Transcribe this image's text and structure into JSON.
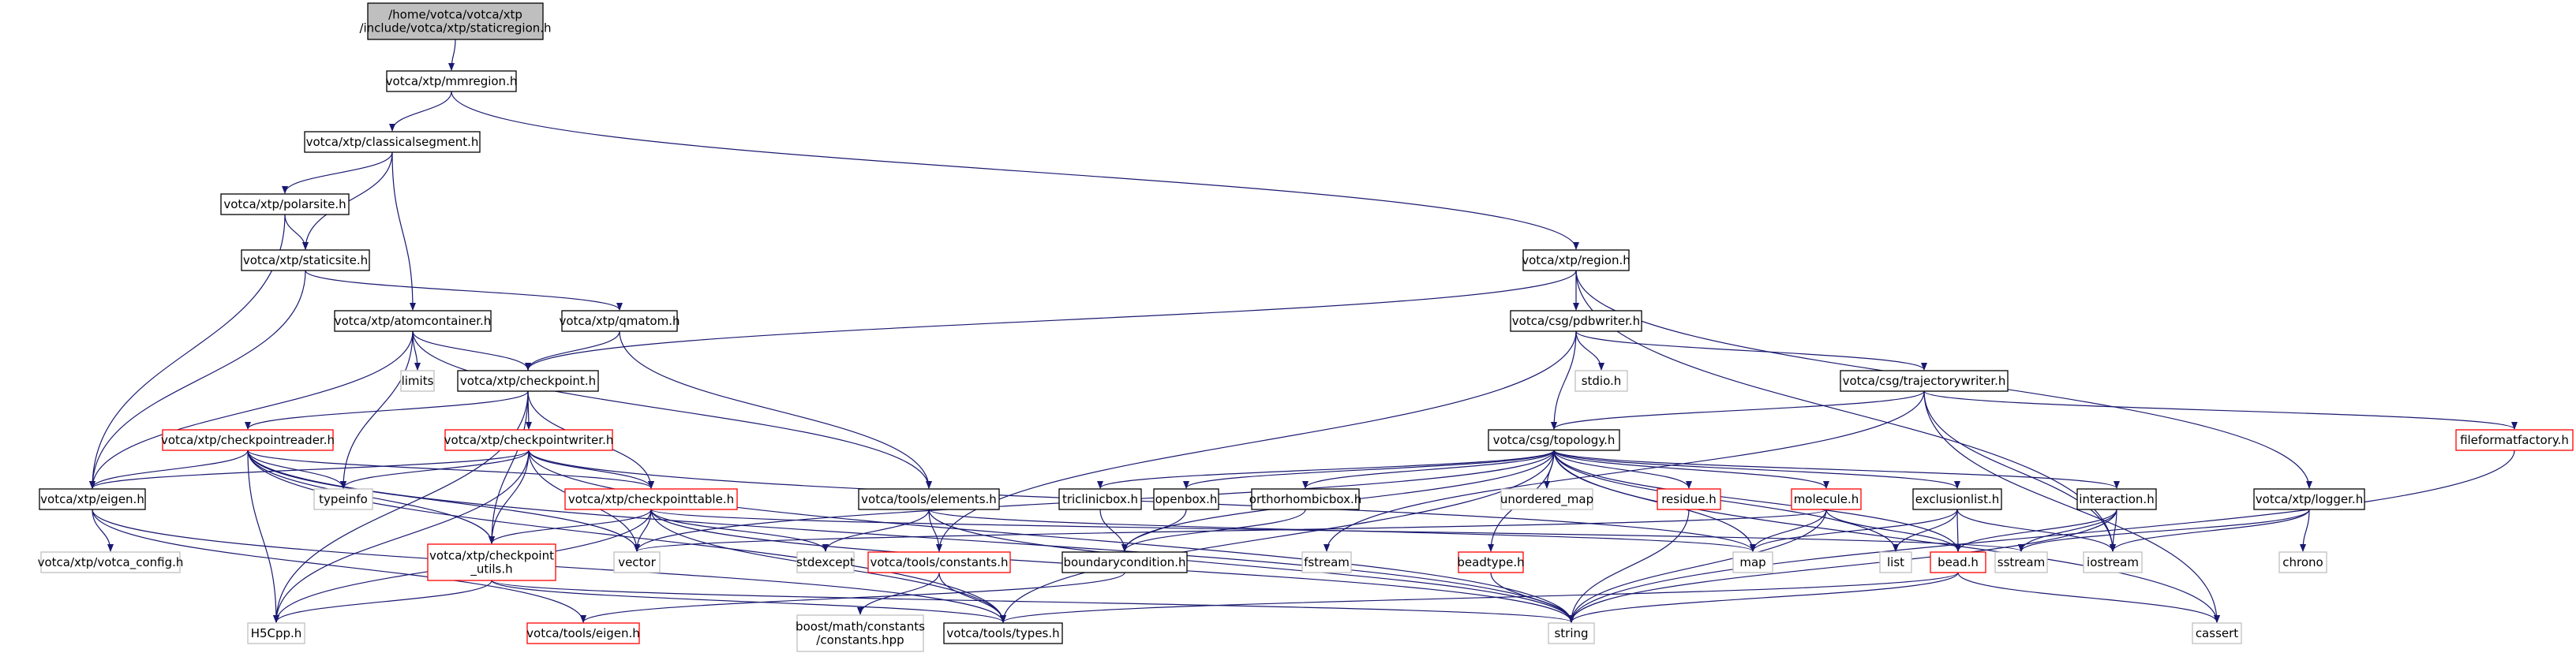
{
  "title": "",
  "nodes": [
    {
      "id": "root",
      "lines": [
        "/home/votca/votca/xtp",
        "/include/votca/xtp/staticregion.h"
      ],
      "style": "root"
    },
    {
      "id": "mmregion",
      "lines": [
        "votca/xtp/mmregion.h"
      ],
      "style": "black"
    },
    {
      "id": "classicalsegment",
      "lines": [
        "votca/xtp/classicalsegment.h"
      ],
      "style": "black"
    },
    {
      "id": "region",
      "lines": [
        "votca/xtp/region.h"
      ],
      "style": "black"
    },
    {
      "id": "polarsite",
      "lines": [
        "votca/xtp/polarsite.h"
      ],
      "style": "black"
    },
    {
      "id": "staticsite",
      "lines": [
        "votca/xtp/staticsite.h"
      ],
      "style": "black"
    },
    {
      "id": "atomcontainer",
      "lines": [
        "votca/xtp/atomcontainer.h"
      ],
      "style": "black"
    },
    {
      "id": "qmatom",
      "lines": [
        "votca/xtp/qmatom.h"
      ],
      "style": "black"
    },
    {
      "id": "pdbwriter",
      "lines": [
        "votca/csg/pdbwriter.h"
      ],
      "style": "black"
    },
    {
      "id": "limits",
      "lines": [
        "limits"
      ],
      "style": "gray"
    },
    {
      "id": "checkpoint",
      "lines": [
        "votca/xtp/checkpoint.h"
      ],
      "style": "black"
    },
    {
      "id": "stdio",
      "lines": [
        "stdio.h"
      ],
      "style": "gray"
    },
    {
      "id": "trajectorywriter",
      "lines": [
        "votca/csg/trajectorywriter.h"
      ],
      "style": "black"
    },
    {
      "id": "checkpointreader",
      "lines": [
        "votca/xtp/checkpointreader.h"
      ],
      "style": "red"
    },
    {
      "id": "checkpointwriter",
      "lines": [
        "votca/xtp/checkpointwriter.h"
      ],
      "style": "red"
    },
    {
      "id": "topology",
      "lines": [
        "votca/csg/topology.h"
      ],
      "style": "black"
    },
    {
      "id": "fileformatfactory",
      "lines": [
        "fileformatfactory.h"
      ],
      "style": "red"
    },
    {
      "id": "eigen",
      "lines": [
        "votca/xtp/eigen.h"
      ],
      "style": "black"
    },
    {
      "id": "typeinfo",
      "lines": [
        "typeinfo"
      ],
      "style": "gray"
    },
    {
      "id": "checkpointtable",
      "lines": [
        "votca/xtp/checkpointtable.h"
      ],
      "style": "red"
    },
    {
      "id": "elements",
      "lines": [
        "votca/tools/elements.h"
      ],
      "style": "black"
    },
    {
      "id": "triclinicbox",
      "lines": [
        "triclinicbox.h"
      ],
      "style": "black"
    },
    {
      "id": "openbox",
      "lines": [
        "openbox.h"
      ],
      "style": "black"
    },
    {
      "id": "orthorhombicbox",
      "lines": [
        "orthorhombicbox.h"
      ],
      "style": "black"
    },
    {
      "id": "unordered_map",
      "lines": [
        "unordered_map"
      ],
      "style": "gray"
    },
    {
      "id": "residue",
      "lines": [
        "residue.h"
      ],
      "style": "red"
    },
    {
      "id": "molecule",
      "lines": [
        "molecule.h"
      ],
      "style": "red"
    },
    {
      "id": "exclusionlist",
      "lines": [
        "exclusionlist.h"
      ],
      "style": "black"
    },
    {
      "id": "interaction",
      "lines": [
        "interaction.h"
      ],
      "style": "black"
    },
    {
      "id": "logger",
      "lines": [
        "votca/xtp/logger.h"
      ],
      "style": "black"
    },
    {
      "id": "votca_config",
      "lines": [
        "votca/xtp/votca_config.h"
      ],
      "style": "gray"
    },
    {
      "id": "checkpoint_utils",
      "lines": [
        "votca/xtp/checkpoint",
        "_utils.h"
      ],
      "style": "red"
    },
    {
      "id": "vector",
      "lines": [
        "vector"
      ],
      "style": "gray"
    },
    {
      "id": "stdexcept",
      "lines": [
        "stdexcept"
      ],
      "style": "gray"
    },
    {
      "id": "constants",
      "lines": [
        "votca/tools/constants.h"
      ],
      "style": "red"
    },
    {
      "id": "boundarycondition",
      "lines": [
        "boundarycondition.h"
      ],
      "style": "black"
    },
    {
      "id": "fstream",
      "lines": [
        "fstream"
      ],
      "style": "gray"
    },
    {
      "id": "map",
      "lines": [
        "map"
      ],
      "style": "gray"
    },
    {
      "id": "beadtype",
      "lines": [
        "beadtype.h"
      ],
      "style": "red"
    },
    {
      "id": "list",
      "lines": [
        "list"
      ],
      "style": "gray"
    },
    {
      "id": "bead",
      "lines": [
        "bead.h"
      ],
      "style": "red"
    },
    {
      "id": "sstream",
      "lines": [
        "sstream"
      ],
      "style": "gray"
    },
    {
      "id": "iostream",
      "lines": [
        "iostream"
      ],
      "style": "gray"
    },
    {
      "id": "chrono",
      "lines": [
        "chrono"
      ],
      "style": "gray"
    },
    {
      "id": "h5cpp",
      "lines": [
        "H5Cpp.h"
      ],
      "style": "gray"
    },
    {
      "id": "tools_eigen",
      "lines": [
        "votca/tools/eigen.h"
      ],
      "style": "red"
    },
    {
      "id": "boost_constants",
      "lines": [
        "boost/math/constants",
        "/constants.hpp"
      ],
      "style": "gray"
    },
    {
      "id": "types",
      "lines": [
        "votca/tools/types.h"
      ],
      "style": "black"
    },
    {
      "id": "string",
      "lines": [
        "string"
      ],
      "style": "gray"
    },
    {
      "id": "cassert",
      "lines": [
        "cassert"
      ],
      "style": "gray"
    }
  ],
  "edges": [
    [
      "root",
      "mmregion"
    ],
    [
      "mmregion",
      "classicalsegment"
    ],
    [
      "mmregion",
      "region"
    ],
    [
      "classicalsegment",
      "polarsite"
    ],
    [
      "classicalsegment",
      "staticsite"
    ],
    [
      "classicalsegment",
      "atomcontainer"
    ],
    [
      "polarsite",
      "staticsite"
    ],
    [
      "polarsite",
      "eigen"
    ],
    [
      "staticsite",
      "qmatom"
    ],
    [
      "staticsite",
      "eigen"
    ],
    [
      "region",
      "pdbwriter"
    ],
    [
      "region",
      "checkpoint"
    ],
    [
      "region",
      "logger"
    ],
    [
      "region",
      "iostream"
    ],
    [
      "atomcontainer",
      "limits"
    ],
    [
      "atomcontainer",
      "checkpoint"
    ],
    [
      "atomcontainer",
      "typeinfo"
    ],
    [
      "atomcontainer",
      "eigen"
    ],
    [
      "atomcontainer",
      "elements"
    ],
    [
      "qmatom",
      "checkpoint"
    ],
    [
      "qmatom",
      "elements"
    ],
    [
      "pdbwriter",
      "stdio"
    ],
    [
      "pdbwriter",
      "trajectorywriter"
    ],
    [
      "pdbwriter",
      "topology"
    ],
    [
      "pdbwriter",
      "constants"
    ],
    [
      "checkpoint",
      "checkpointreader"
    ],
    [
      "checkpoint",
      "checkpointwriter"
    ],
    [
      "checkpoint",
      "checkpointtable"
    ],
    [
      "checkpoint",
      "checkpoint_utils"
    ],
    [
      "checkpoint",
      "h5cpp"
    ],
    [
      "trajectorywriter",
      "topology"
    ],
    [
      "trajectorywriter",
      "fileformatfactory"
    ],
    [
      "trajectorywriter",
      "iostream"
    ],
    [
      "trajectorywriter",
      "fstream"
    ],
    [
      "trajectorywriter",
      "cassert"
    ],
    [
      "checkpointreader",
      "eigen"
    ],
    [
      "checkpointreader",
      "typeinfo"
    ],
    [
      "checkpointreader",
      "checkpointtable"
    ],
    [
      "checkpointreader",
      "checkpoint_utils"
    ],
    [
      "checkpointreader",
      "vector"
    ],
    [
      "checkpointreader",
      "h5cpp"
    ],
    [
      "checkpointreader",
      "types"
    ],
    [
      "checkpointreader",
      "string"
    ],
    [
      "checkpointwriter",
      "eigen"
    ],
    [
      "checkpointwriter",
      "typeinfo"
    ],
    [
      "checkpointwriter",
      "checkpointtable"
    ],
    [
      "checkpointwriter",
      "checkpoint_utils"
    ],
    [
      "checkpointwriter",
      "vector"
    ],
    [
      "checkpointwriter",
      "h5cpp"
    ],
    [
      "checkpointwriter",
      "map"
    ],
    [
      "checkpointwriter",
      "string"
    ],
    [
      "topology",
      "triclinicbox"
    ],
    [
      "topology",
      "openbox"
    ],
    [
      "topology",
      "orthorhombicbox"
    ],
    [
      "topology",
      "unordered_map"
    ],
    [
      "topology",
      "residue"
    ],
    [
      "topology",
      "molecule"
    ],
    [
      "topology",
      "exclusionlist"
    ],
    [
      "topology",
      "interaction"
    ],
    [
      "topology",
      "beadtype"
    ],
    [
      "topology",
      "boundarycondition"
    ],
    [
      "topology",
      "vector"
    ],
    [
      "topology",
      "map"
    ],
    [
      "topology",
      "list"
    ],
    [
      "topology",
      "bead"
    ],
    [
      "topology",
      "types"
    ],
    [
      "topology",
      "cassert"
    ],
    [
      "fileformatfactory",
      "string"
    ],
    [
      "eigen",
      "votca_config"
    ],
    [
      "eigen",
      "tools_eigen"
    ],
    [
      "eigen",
      "types"
    ],
    [
      "checkpointtable",
      "checkpoint_utils"
    ],
    [
      "checkpointtable",
      "vector"
    ],
    [
      "checkpointtable",
      "stdexcept"
    ],
    [
      "checkpointtable",
      "h5cpp"
    ],
    [
      "checkpointtable",
      "string"
    ],
    [
      "checkpointtable",
      "types"
    ],
    [
      "checkpointtable",
      "sstream"
    ],
    [
      "elements",
      "stdexcept"
    ],
    [
      "elements",
      "constants"
    ],
    [
      "elements",
      "string"
    ],
    [
      "elements",
      "map"
    ],
    [
      "triclinicbox",
      "boundarycondition"
    ],
    [
      "openbox",
      "boundarycondition"
    ],
    [
      "orthorhombicbox",
      "boundarycondition"
    ],
    [
      "residue",
      "string"
    ],
    [
      "molecule",
      "vector"
    ],
    [
      "molecule",
      "map"
    ],
    [
      "molecule",
      "string"
    ],
    [
      "molecule",
      "bead"
    ],
    [
      "exclusionlist",
      "map"
    ],
    [
      "exclusionlist",
      "list"
    ],
    [
      "exclusionlist",
      "bead"
    ],
    [
      "exclusionlist",
      "iostream"
    ],
    [
      "interaction",
      "bead"
    ],
    [
      "interaction",
      "sstream"
    ],
    [
      "interaction",
      "string"
    ],
    [
      "interaction",
      "iostream"
    ],
    [
      "logger",
      "chrono"
    ],
    [
      "logger",
      "iostream"
    ],
    [
      "logger",
      "sstream"
    ],
    [
      "checkpoint_utils",
      "h5cpp"
    ],
    [
      "checkpoint_utils",
      "types"
    ],
    [
      "checkpoint_utils",
      "string"
    ],
    [
      "constants",
      "boost_constants"
    ],
    [
      "constants",
      "types"
    ],
    [
      "boundarycondition",
      "tools_eigen"
    ],
    [
      "beadtype",
      "string"
    ],
    [
      "bead",
      "types"
    ],
    [
      "bead",
      "string"
    ],
    [
      "bead",
      "cassert"
    ]
  ]
}
